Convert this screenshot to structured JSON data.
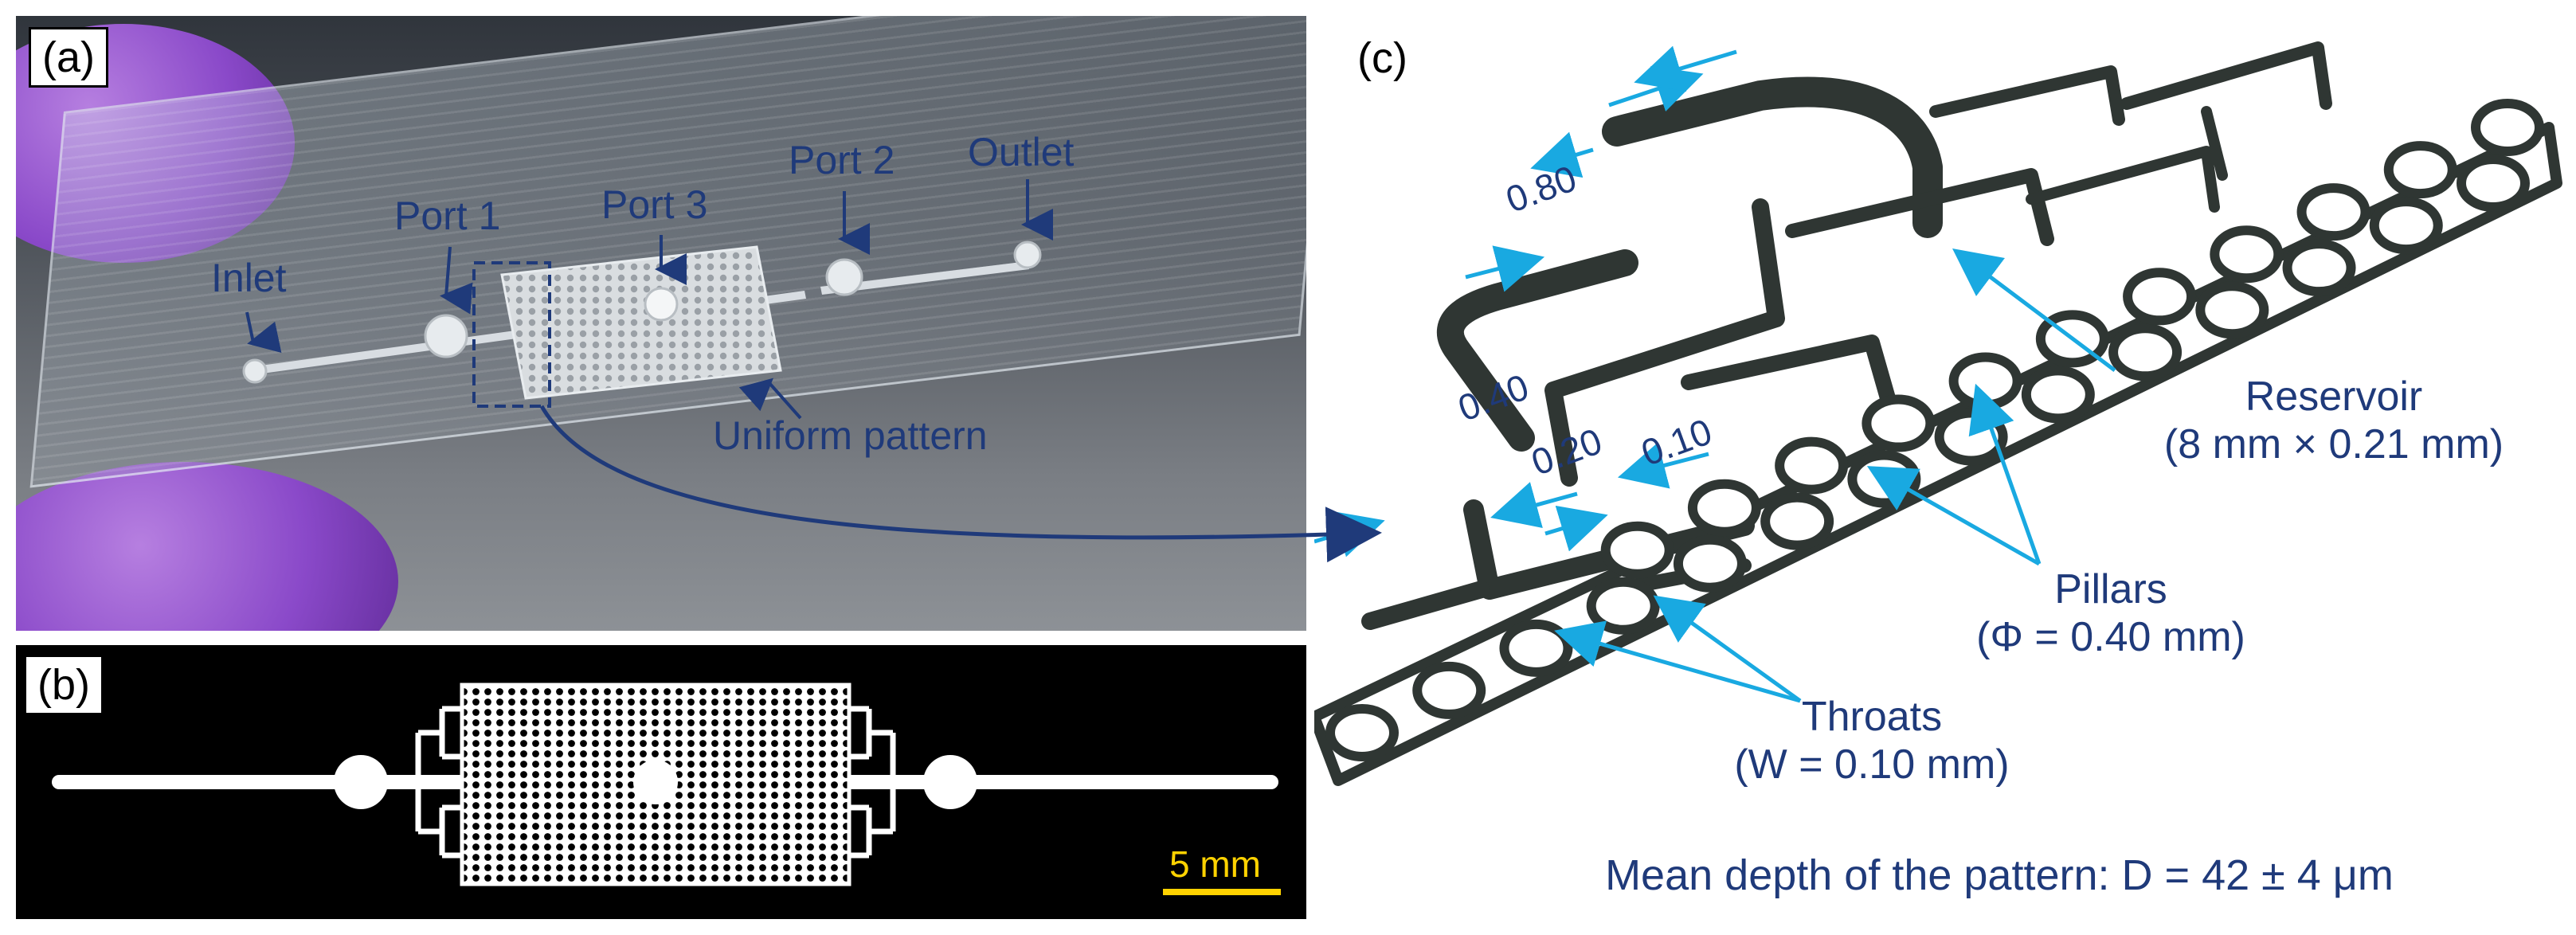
{
  "panels": {
    "a": {
      "tag": "(a)",
      "labels": {
        "inlet": "Inlet",
        "port1": "Port 1",
        "port3": "Port 3",
        "port2": "Port 2",
        "outlet": "Outlet",
        "uniform": "Uniform pattern"
      }
    },
    "b": {
      "tag": "(b)",
      "scale_bar": "5 mm"
    },
    "c": {
      "tag": "(c)",
      "widths": [
        "0.80",
        "0.40",
        "0.20",
        "0.10"
      ],
      "reservoir": {
        "name": "Reservoir",
        "size": "(8 mm × 0.21 mm)"
      },
      "pillars": {
        "name": "Pillars",
        "size": "(Φ = 0.40 mm)"
      },
      "throats": {
        "name": "Throats",
        "size": "(W = 0.10 mm)"
      },
      "depth": "Mean depth of the pattern: D = 42 ± 4 μm"
    }
  },
  "colors": {
    "label": "#1f3a7a",
    "arrow_cyan": "#19a9e1",
    "scale_bar": "#ffd200",
    "chip": "#2f3633",
    "glove": "#8a49c9"
  }
}
